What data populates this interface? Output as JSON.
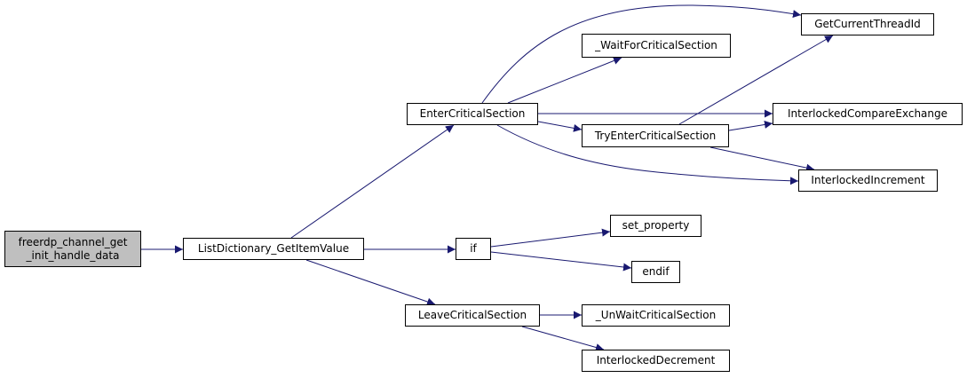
{
  "colors": {
    "edge": "#191970",
    "node_border": "#000000",
    "node_fill": "#ffffff",
    "root_fill": "#bfbfbf"
  },
  "nodes": {
    "root": "freerdp_channel_get\n_init_handle_data",
    "listdict": "ListDictionary_GetItemValue",
    "enter": "EnterCriticalSection",
    "getthread": "GetCurrentThreadId",
    "waitfor": "_WaitForCriticalSection",
    "interlockedcmp": "InterlockedCompareExchange",
    "tryenter": "TryEnterCriticalSection",
    "interlockedinc": "InterlockedIncrement",
    "if": "if",
    "setprop": "set_property",
    "endif": "endif",
    "leave": "LeaveCriticalSection",
    "unwait": "_UnWaitCriticalSection",
    "interlockeddec": "InterlockedDecrement"
  }
}
